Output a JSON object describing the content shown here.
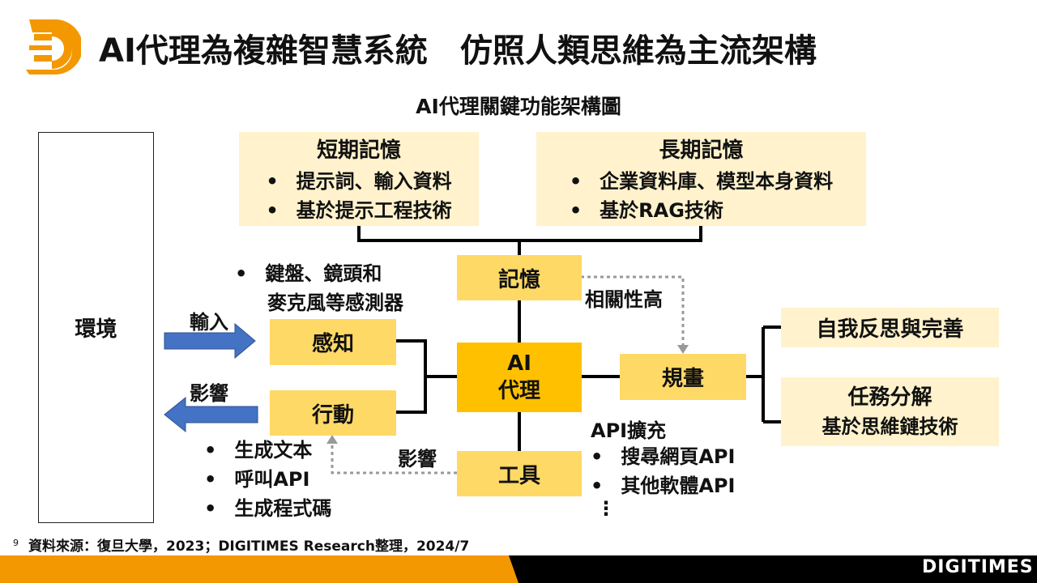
{
  "header": {
    "title": "AI代理為複雜智慧系統　仿照人類思維為主流架構",
    "subtitle": "AI代理關鍵功能架構圖"
  },
  "diagram": {
    "environment": "環境",
    "short_memory": {
      "title": "短期記憶",
      "items": [
        "提示詞、輸入資料",
        "基於提示工程技術"
      ]
    },
    "long_memory": {
      "title": "長期記憶",
      "items": [
        "企業資料庫、模型本身資料",
        "基於RAG技術"
      ]
    },
    "memory": "記憶",
    "agent": [
      "AI",
      "代理"
    ],
    "perception": "感知",
    "action": "行動",
    "tools": "工具",
    "planning": "規畫",
    "reflection": "自我反思與完善",
    "decomposition": {
      "title": "任務分解",
      "sub": "基於思維鏈技術"
    },
    "input_label": "輸入",
    "output_label": "影響",
    "tool_influence": "影響",
    "relevance": "相關性高",
    "sensors": [
      "鍵盤、鏡頭和",
      "麥克風等感測器"
    ],
    "actions": [
      "生成文本",
      "呼叫API",
      "生成程式碼"
    ],
    "api": {
      "title": "API擴充",
      "items": [
        "搜尋網頁API",
        "其他軟體API"
      ],
      "more": "⋮"
    }
  },
  "footer": {
    "page": "9",
    "source": "資料來源：復旦大學，2023；DIGITIMES Research整理，2024/7",
    "brand": "DIGITIMES"
  },
  "colors": {
    "orange": "#F39800",
    "light": "#FFF2CC",
    "mid": "#FFD966",
    "ai": "#FFC000",
    "arrow": "#4472C4"
  }
}
